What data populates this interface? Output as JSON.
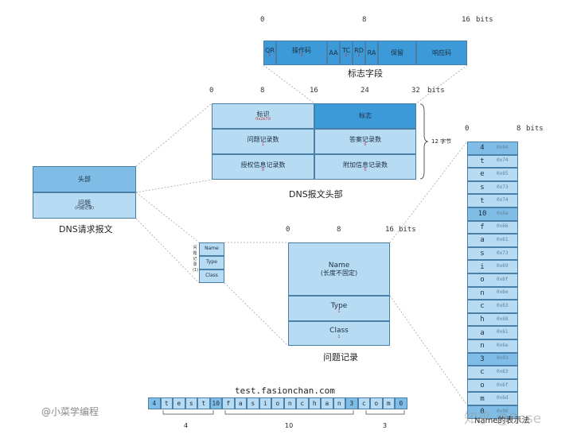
{
  "flags": {
    "ticks": [
      "0",
      "8",
      "16"
    ],
    "unit": "bits",
    "fields": [
      {
        "label": "QR",
        "value": "0"
      },
      {
        "label": "操作码",
        "value": "0"
      },
      {
        "label": "AA",
        "value": ""
      },
      {
        "label": "TC",
        "value": "0"
      },
      {
        "label": "RD",
        "value": "1"
      },
      {
        "label": "RA",
        "value": ""
      },
      {
        "label": "保留",
        "value": ""
      },
      {
        "label": "响应码",
        "value": ""
      }
    ],
    "title": "标志字段"
  },
  "header": {
    "ticks": [
      "0",
      "8",
      "16",
      "24",
      "32"
    ],
    "unit": "bits",
    "cells": [
      {
        "label": "标识",
        "value": "0x2e7d"
      },
      {
        "label": "标志",
        "value": ""
      },
      {
        "label": "问题记录数",
        "value": "1"
      },
      {
        "label": "答案记录数",
        "value": "0"
      },
      {
        "label": "授权信息记录数",
        "value": "0"
      },
      {
        "label": "附加信息记录数",
        "value": "0"
      }
    ],
    "size_note": "12 字节",
    "title": "DNS报文头部"
  },
  "request": {
    "head": "头部",
    "question": "问题",
    "question_sub": "(问题记录)",
    "title": "DNS请求报文"
  },
  "question_side": {
    "vlabel": "问题记录",
    "vlabel_suffix": "(1)",
    "items": [
      "Name",
      "Type",
      "Class"
    ]
  },
  "question_record": {
    "ticks": [
      "0",
      "8",
      "16"
    ],
    "unit": "bits",
    "name": "Name",
    "name_sub": "(长度不固定)",
    "type": "Type",
    "type_value": "1",
    "class": "Class",
    "class_value": "1",
    "title": "问题记录"
  },
  "name_column": {
    "ticks": [
      "0",
      "8"
    ],
    "unit": "bits",
    "rows": [
      {
        "ch": "4",
        "hex": "0x04",
        "len": true
      },
      {
        "ch": "t",
        "hex": "0x74"
      },
      {
        "ch": "e",
        "hex": "0x65"
      },
      {
        "ch": "s",
        "hex": "0x73"
      },
      {
        "ch": "t",
        "hex": "0x74"
      },
      {
        "ch": "10",
        "hex": "0x0a",
        "len": true
      },
      {
        "ch": "f",
        "hex": "0x66"
      },
      {
        "ch": "a",
        "hex": "0x61"
      },
      {
        "ch": "s",
        "hex": "0x73"
      },
      {
        "ch": "i",
        "hex": "0x69"
      },
      {
        "ch": "o",
        "hex": "0x6f"
      },
      {
        "ch": "n",
        "hex": "0x6e"
      },
      {
        "ch": "c",
        "hex": "0x63"
      },
      {
        "ch": "h",
        "hex": "0x68"
      },
      {
        "ch": "a",
        "hex": "0x61"
      },
      {
        "ch": "n",
        "hex": "0x6e"
      },
      {
        "ch": "3",
        "hex": "0x03",
        "len": true
      },
      {
        "ch": "c",
        "hex": "0x63"
      },
      {
        "ch": "o",
        "hex": "0x6f"
      },
      {
        "ch": "m",
        "hex": "0x6d"
      },
      {
        "ch": "0",
        "hex": "0x00",
        "len": true
      }
    ],
    "title": "Name的表示法"
  },
  "domain": {
    "text": "test.fasionchan.com",
    "cells": [
      "4",
      "t",
      "e",
      "s",
      "t",
      "10",
      "f",
      "a",
      "s",
      "i",
      "o",
      "n",
      "c",
      "h",
      "a",
      "n",
      "3",
      "c",
      "o",
      "m",
      "0"
    ],
    "groups": [
      "4",
      "10",
      "3"
    ]
  },
  "watermarks": {
    "left": "@小菜学编程",
    "right": "知乎 @Rose"
  }
}
